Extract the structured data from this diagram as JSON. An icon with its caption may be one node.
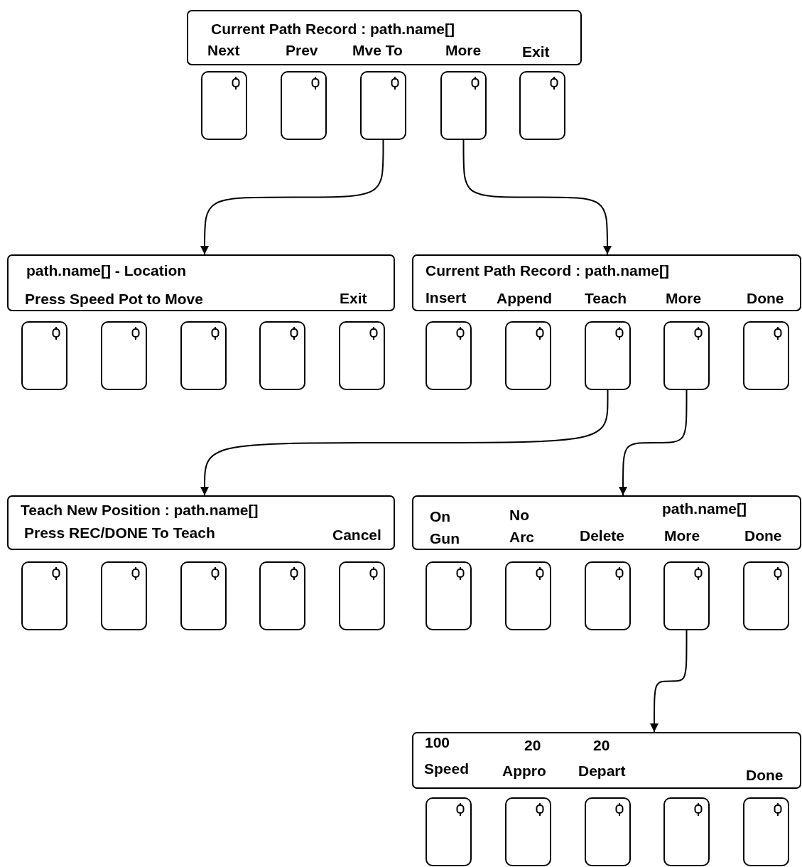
{
  "diagram": {
    "nodes": [
      {
        "text": [
          "Current Path Record : path.name[]",
          "Next",
          "Prev",
          "Mve To",
          "More",
          "Exit"
        ]
      },
      {
        "text": [],
        "shape": "box"
      },
      {
        "text": [],
        "shape": "box"
      },
      {
        "text": [],
        "shape": "box"
      },
      {
        "text": [],
        "shape": "box"
      },
      {
        "text": [],
        "shape": "box"
      },
      {
        "text": [
          "path.name[] - Location",
          "Press Speed Pot to Move",
          "Exit"
        ]
      },
      {
        "text": [],
        "shape": "box"
      },
      {
        "text": [],
        "shape": "box"
      },
      {
        "text": [],
        "shape": "box"
      },
      {
        "text": [],
        "shape": "box"
      },
      {
        "text": [],
        "shape": "box"
      },
      {
        "text": [
          "Current Path Record : path.name[]",
          "Insert",
          "Append",
          "Teach",
          "More",
          "Done"
        ]
      },
      {
        "text": [],
        "shape": "box"
      },
      {
        "text": [],
        "shape": "box"
      },
      {
        "text": [],
        "shape": "box"
      },
      {
        "text": [],
        "shape": "box"
      },
      {
        "text": [],
        "shape": "box"
      },
      {
        "text": [
          "Teach New Position : path.name[]",
          "Press REC/DONE To Teach",
          "Cancel"
        ]
      },
      {
        "text": [],
        "shape": "box"
      },
      {
        "text": [],
        "shape": "box"
      },
      {
        "text": [],
        "shape": "box"
      },
      {
        "text": [],
        "shape": "box"
      },
      {
        "text": [],
        "shape": "box"
      },
      {
        "text": [
          "path.name[]",
          "On Gun",
          "No Arc",
          "Delete",
          "More",
          "Done"
        ]
      },
      {
        "text": [],
        "shape": "box"
      },
      {
        "text": [],
        "shape": "box"
      },
      {
        "text": [],
        "shape": "box"
      },
      {
        "text": [],
        "shape": "box"
      },
      {
        "text": [],
        "shape": "box"
      },
      {
        "text": [
          "100",
          "Speed",
          "20",
          "Appro",
          "20",
          "Depart",
          "Done"
        ]
      },
      {
        "text": [],
        "shape": "box"
      },
      {
        "text": [],
        "shape": "box"
      },
      {
        "text": [],
        "shape": "box"
      },
      {
        "text": [],
        "shape": "box"
      },
      {
        "text": [],
        "shape": "box"
      }
    ],
    "edges": [
      {
        "from": 3,
        "to": 6,
        "arrow": "to"
      },
      {
        "from": 4,
        "to": 12,
        "arrow": "to"
      },
      {
        "from": 15,
        "to": 18,
        "arrow": "to"
      },
      {
        "from": 16,
        "to": 24,
        "arrow": "to"
      },
      {
        "from": 28,
        "to": 30,
        "arrow": "to"
      }
    ]
  }
}
